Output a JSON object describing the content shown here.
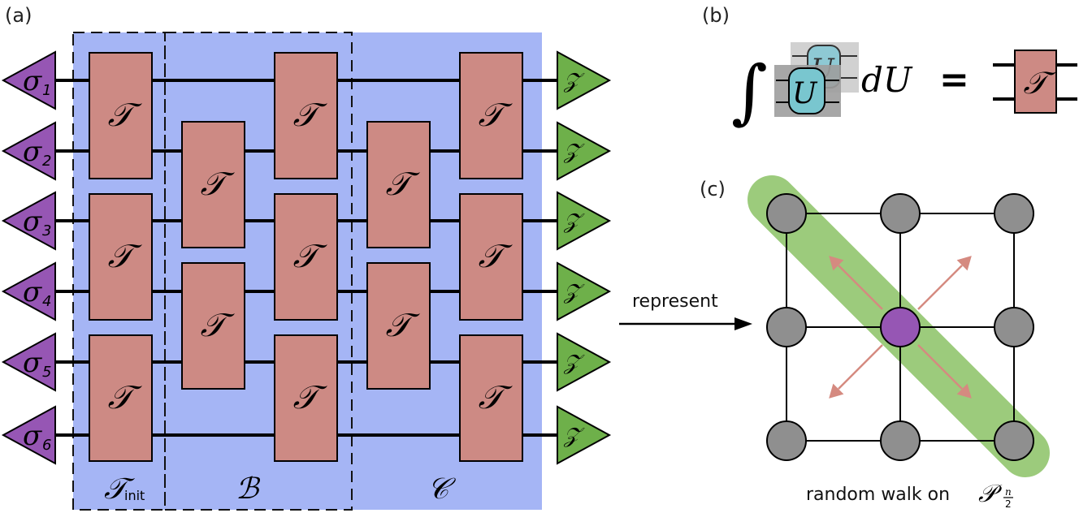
{
  "panel_a": {
    "label": "(a)",
    "inputs": [
      {
        "symbol": "σ",
        "sub": "1"
      },
      {
        "symbol": "σ",
        "sub": "2"
      },
      {
        "symbol": "σ",
        "sub": "3"
      },
      {
        "symbol": "σ",
        "sub": "4"
      },
      {
        "symbol": "σ",
        "sub": "5"
      },
      {
        "symbol": "σ",
        "sub": "6"
      }
    ],
    "output_symbol": "𝒵",
    "gate_label": "𝒯",
    "regions": {
      "init_main": "𝒯",
      "init_sub": "init",
      "b": "ℬ",
      "c": "𝒞"
    },
    "colors": {
      "background": "#a5b5f5",
      "gate": "#cd8a84",
      "input": "#9656b4",
      "output": "#6eb04a"
    }
  },
  "panel_b": {
    "label": "(b)",
    "integral": "∫",
    "unitary": "U",
    "measure": "dU",
    "equals": "=",
    "gate_label": "𝒯"
  },
  "arrow_label": "represent",
  "panel_c": {
    "label": "(c)",
    "caption": "random walk on",
    "caption_symbol": "𝒫",
    "caption_frac_num": "n",
    "caption_frac_den": "2",
    "colors": {
      "node": "#8f8f8f",
      "center": "#9656b4",
      "highlight": "#9ccb7c",
      "arrow": "#d58a80"
    }
  }
}
